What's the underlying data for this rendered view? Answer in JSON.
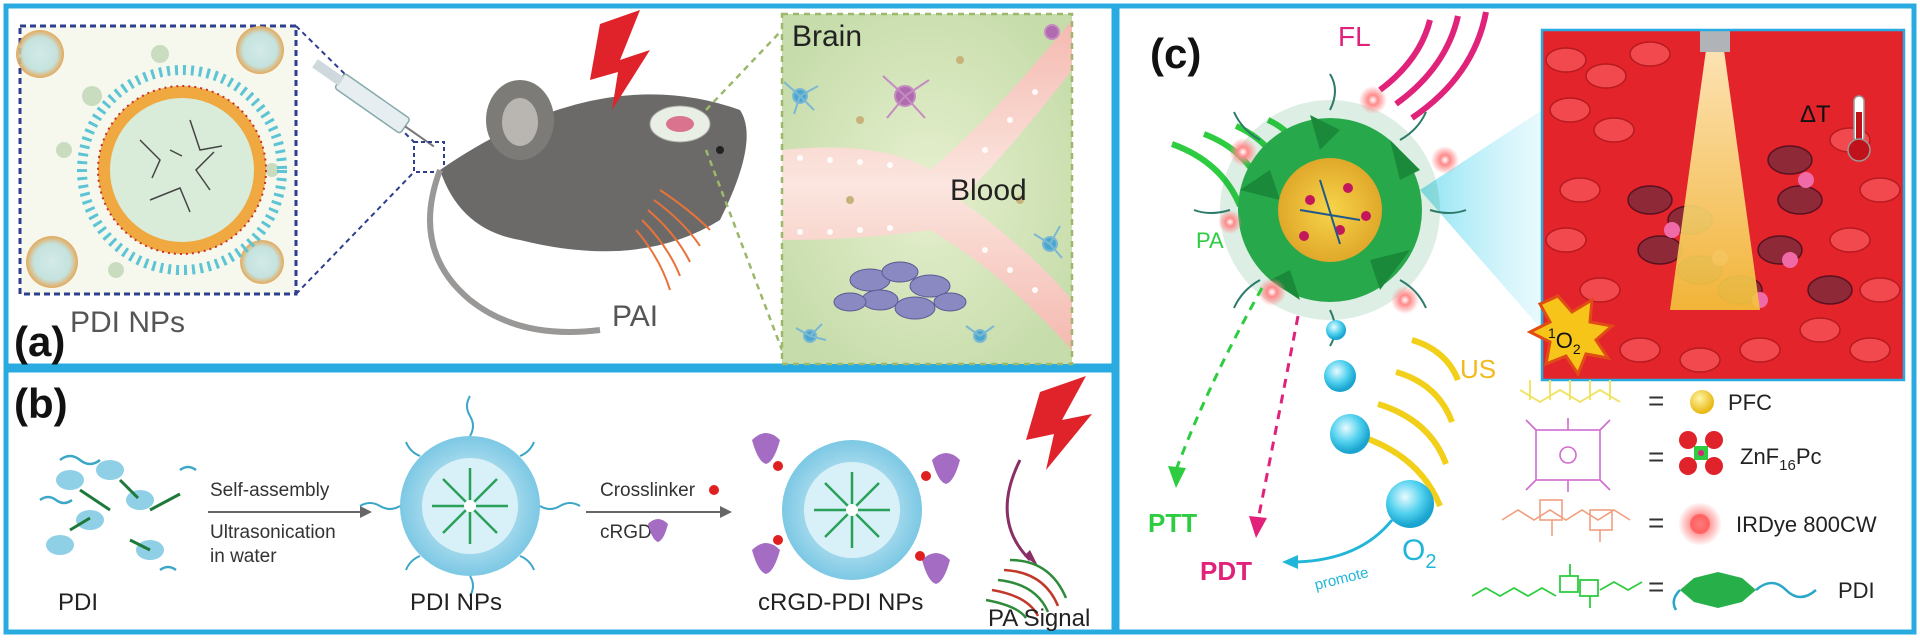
{
  "panel_a": {
    "label": "(a)",
    "nps_label": "PDI NPs",
    "pai_label": "PAI",
    "brain_label": "Brain",
    "blood_label": "Blood"
  },
  "panel_b": {
    "label": "(b)",
    "step1_top": "Self-assembly",
    "step1_bottom1": "Ultrasonication",
    "step1_bottom2": "in water",
    "step2_top": "Crosslinker",
    "step2_bottom": "cRGD",
    "stage_labels": [
      "PDI",
      "PDI NPs",
      "cRGD-PDI NPs",
      "PA Signal"
    ]
  },
  "panel_c": {
    "label": "(c)",
    "fl_label": "FL",
    "pa_label": "PA",
    "us_label": "US",
    "ptt_label": "PTT",
    "pdt_label": "PDT",
    "promote_label": "promote",
    "o2_main": "O",
    "o2_sub": "2",
    "singlet_pre": "1",
    "singlet_main": "O",
    "singlet_sub": "2",
    "delta_t": "ΔT",
    "equals": "=",
    "legend_pfc": "PFC",
    "legend_zn_main": "ZnF",
    "legend_zn_sub": "16",
    "legend_zn_end": "Pc",
    "legend_ird": "IRDye 800CW",
    "legend_pdi": "PDI"
  },
  "colors": {
    "frame": "#29abe2",
    "dashed_frame": "#2e3f8f",
    "fl_magenta": "#e0227a",
    "pa_green": "#2ecc40",
    "us_yellow": "#f2d01a",
    "pdt_pink": "#e0227a",
    "promote_cyan": "#21b6d8",
    "tissue_red": "#e3242b"
  },
  "icons": [
    "syringe-icon",
    "mouse-icon",
    "laser-bolt-icon",
    "thermometer-icon",
    "ultrasound-probe-icon",
    "singlet-oxygen-star-icon"
  ]
}
